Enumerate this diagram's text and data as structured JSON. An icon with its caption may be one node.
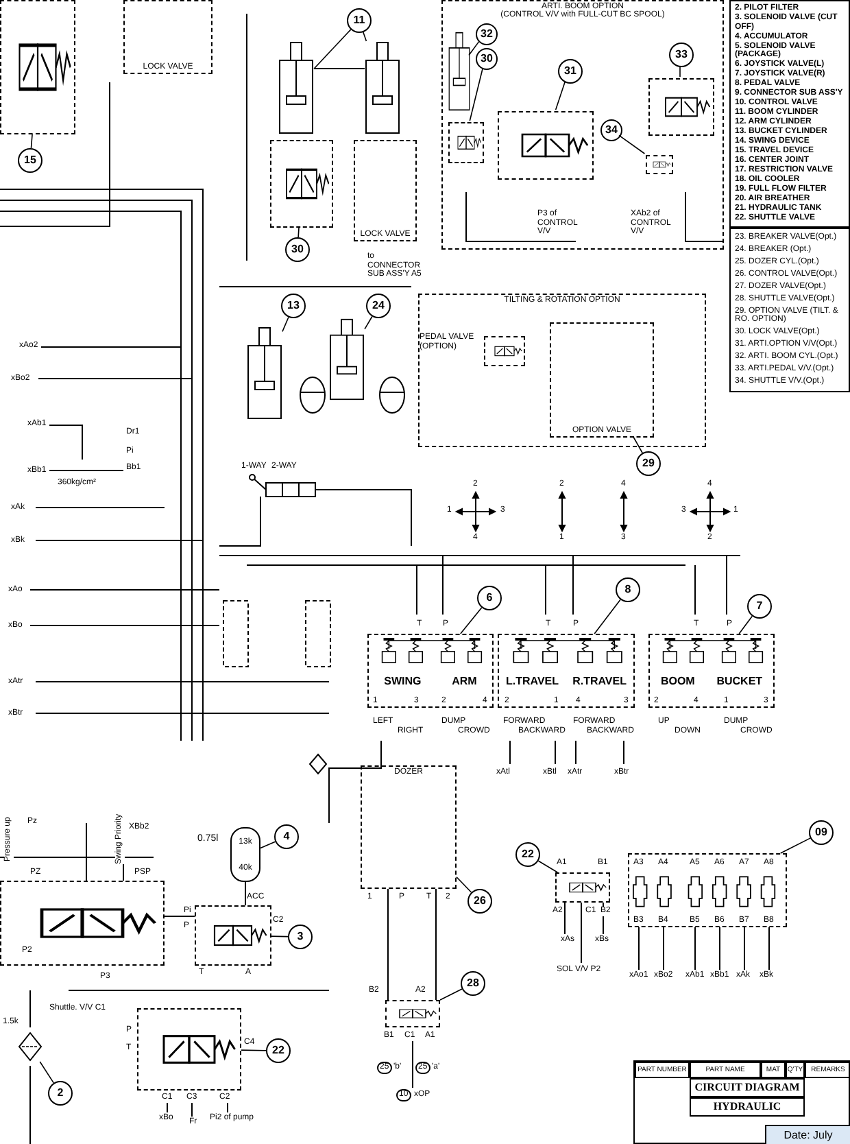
{
  "diagram": {
    "nodes": [
      {
        "text": [
          "2. PILOT FILTER",
          "3. SOLENOID VALVE (CUT OFF)",
          "4. ACCUMULATOR",
          "5. SOLENOID VALVE (PACKAGE)",
          "6. JOYSTICK VALVE(L)",
          "7. JOYSTICK VALVE(R)",
          "8. PEDAL VALVE",
          "9. CONNECTOR SUB ASS'Y",
          "10. CONTROL VALVE",
          "11. BOOM CYLINDER",
          "12. ARM CYLINDER",
          "13. BUCKET CYLINDER",
          "14. SWING DEVICE",
          "15. TRAVEL DEVICE",
          "16. CENTER JOINT",
          "17. RESTRICTION VALVE",
          "18. OIL COOLER",
          "19. FULL FLOW FILTER",
          "20. AIR BREATHER",
          "21. HYDRAULIC TANK",
          "22. SHUTTLE VALVE"
        ]
      },
      {
        "text": [
          "23. BREAKER VALVE(Opt.)",
          "24. BREAKER (Opt.)",
          "25. DOZER CYL.(Opt.)",
          "26. CONTROL VALVE(Opt.)",
          "27. DOZER VALVE(Opt.)",
          "28. SHUTTLE VALVE(Opt.)",
          "29. OPTION VALVE (TILT. & RO. OPTION)",
          "30. LOCK VALVE(Opt.)",
          "31. ARTI.OPTION V/V(Opt.)",
          "32. ARTI. BOOM CYL.(Opt.)",
          "33. ARTI.PEDAL V/V.(Opt.)",
          "34. SHUTTLE V/V.(Opt.)"
        ]
      },
      {
        "text": [],
        "shape": "box"
      },
      {
        "text": [
          "15"
        ]
      },
      {
        "text": [
          "LOCK VALVE"
        ]
      },
      {
        "text": [],
        "shape": "cylinder"
      },
      {
        "text": [],
        "shape": "cylinder"
      },
      {
        "text": [
          "11"
        ]
      },
      {
        "text": [],
        "shape": "box"
      },
      {
        "text": [
          "LOCK VALVE"
        ]
      },
      {
        "text": [
          "30"
        ]
      },
      {
        "text": [
          "ARTI. BOOM OPTION",
          "(CONTROL V/V with FULL-CUT BC SPOOL)"
        ]
      },
      {
        "text": [],
        "shape": "cylinder",
        "in": 11
      },
      {
        "text": [
          "32"
        ],
        "in": 11
      },
      {
        "text": [
          "30"
        ],
        "in": 11
      },
      {
        "text": [],
        "shape": "box",
        "in": 11
      },
      {
        "text": [
          "31"
        ],
        "in": 11
      },
      {
        "text": [],
        "shape": "box",
        "in": 11
      },
      {
        "text": [
          "34"
        ],
        "in": 11
      },
      {
        "text": [],
        "shape": "box",
        "in": 11
      },
      {
        "text": [
          "33"
        ],
        "in": 11
      },
      {
        "text": [],
        "shape": "box",
        "in": 11
      },
      {
        "text": [],
        "shape": "cylinder"
      },
      {
        "text": [
          "13"
        ]
      },
      {
        "text": [],
        "shape": "cylinder"
      },
      {
        "text": [
          "24"
        ]
      },
      {
        "text": [
          "TILTING & ROTATION OPTION"
        ]
      },
      {
        "text": [],
        "shape": "box",
        "in": 26
      },
      {
        "text": [
          "OPTION VALVE"
        ],
        "in": 26
      },
      {
        "text": [
          "29"
        ]
      },
      {
        "text": [
          "SWING",
          "ARM"
        ]
      },
      {
        "text": [
          "6"
        ]
      },
      {
        "text": [
          "L.TRAVEL",
          "R.TRAVEL"
        ]
      },
      {
        "text": [
          "8"
        ]
      },
      {
        "text": [
          "BOOM",
          "BUCKET"
        ]
      },
      {
        "text": [
          "7"
        ]
      },
      {
        "text": [
          "P2"
        ],
        "beside": [
          "Pressure up",
          "Pz",
          "Swing Priority",
          "XBb2",
          "PZ",
          "PSP",
          "P3"
        ]
      },
      {
        "text": [
          "13k",
          "40k"
        ],
        "beside": [
          "0.75l"
        ]
      },
      {
        "text": [
          "4"
        ]
      },
      {
        "text": [],
        "shape": "box",
        "beside": [
          "ACC",
          "Pi",
          "P",
          "C2",
          "T",
          "A"
        ]
      },
      {
        "text": [
          "3"
        ]
      },
      {
        "text": [
          "DOZER"
        ],
        "beside": [
          "1",
          "P",
          "T",
          "2"
        ]
      },
      {
        "text": [
          "26"
        ]
      },
      {
        "text": [],
        "shape": "box",
        "beside": [
          "A1",
          "B1",
          "A2",
          "C1",
          "B2",
          "xAs",
          "xBs",
          "SOL V/V P2"
        ]
      },
      {
        "text": [
          "22"
        ]
      },
      {
        "text": [
          "A3",
          "A4",
          "A5",
          "A6",
          "A7",
          "A8",
          "B3",
          "B4",
          "B5",
          "B6",
          "B7",
          "B8"
        ],
        "beside": [
          "xAo1",
          "xBo2",
          "xAb1",
          "xBb1",
          "xAk",
          "xBk"
        ]
      },
      {
        "text": [
          "09"
        ]
      },
      {
        "text": [],
        "shape": "diamond"
      },
      {
        "text": [
          "2"
        ]
      },
      {
        "text": [],
        "shape": "box",
        "beside": [
          "P",
          "T",
          "C4",
          "C1",
          "C3",
          "C2",
          "xBo",
          "Fr",
          "Pi2 of pump"
        ]
      },
      {
        "text": [
          "22"
        ]
      },
      {
        "text": [],
        "shape": "box",
        "beside": [
          "B2",
          "A2",
          "B1",
          "C1",
          "A1",
          "25",
          "'b'",
          "25",
          "'a'",
          "10",
          "xOP"
        ]
      },
      {
        "text": [
          "28"
        ]
      },
      {
        "text": [
          "PART NUMBER",
          "PART NAME",
          "MAT",
          "Q'TY",
          "REMARKS",
          "CIRCUIT DIAGRAM",
          "HYDRAULIC",
          "Date: July"
        ]
      }
    ],
    "edges": [
      {
        "from": 3,
        "to": 2,
        "arrow": "none"
      },
      {
        "from": 7,
        "to": 5,
        "arrow": "none"
      },
      {
        "from": 7,
        "to": 6,
        "arrow": "none"
      },
      {
        "from": 10,
        "to": 8,
        "arrow": "none"
      },
      {
        "from": 13,
        "to": 12,
        "arrow": "none"
      },
      {
        "from": 14,
        "to": 15,
        "arrow": "none"
      },
      {
        "from": 16,
        "to": 17,
        "arrow": "none"
      },
      {
        "from": 18,
        "to": 19,
        "arrow": "none"
      },
      {
        "from": 20,
        "to": 21,
        "arrow": "none"
      },
      {
        "from": 23,
        "to": 22,
        "arrow": "none"
      },
      {
        "from": 25,
        "to": 24,
        "arrow": "none"
      },
      {
        "from": 29,
        "to": 28,
        "arrow": "none"
      },
      {
        "from": 31,
        "to": 30,
        "arrow": "none"
      },
      {
        "from": 33,
        "to": 32,
        "arrow": "none"
      },
      {
        "from": 35,
        "to": 34,
        "arrow": "none"
      },
      {
        "from": 38,
        "to": 37,
        "arrow": "none"
      },
      {
        "from": 40,
        "to": 39,
        "arrow": "none"
      },
      {
        "from": 42,
        "to": 41,
        "arrow": "none"
      },
      {
        "from": 44,
        "to": 43,
        "arrow": "none"
      },
      {
        "from": 46,
        "to": 45,
        "arrow": "none"
      },
      {
        "from": 48,
        "to": 47,
        "arrow": "none"
      },
      {
        "from": 50,
        "to": 49,
        "arrow": "none"
      },
      {
        "from": 52,
        "to": 51,
        "arrow": "none"
      },
      {
        "from": 5,
        "to": 6,
        "arrow": "none"
      },
      {
        "from": 36,
        "to": 39,
        "arrow": "none"
      },
      {
        "from": 37,
        "to": 39,
        "arrow": "none"
      },
      {
        "from": 41,
        "to": 51,
        "arrow": "none"
      },
      {
        "from": 41,
        "to": 51,
        "arrow": "none"
      }
    ],
    "labels": [
      "1-WAY",
      "2-WAY",
      "to CONNECTOR SUB ASS'Y A5",
      "P3 of CONTROL V/V",
      "XAb2 of CONTROL V/V",
      "PEDAL VALVE (OPTION)",
      "xAo2",
      "xBo2",
      "xAb1",
      "Dr1",
      "Pi",
      "xBb1",
      "Bb1",
      "360kg/cm²",
      "xAk",
      "xBk",
      "xAo",
      "xBo",
      "xAtr",
      "xBtr",
      "2",
      "1",
      "3",
      "4",
      "2",
      "1",
      "4",
      "3",
      "4",
      "3",
      "1",
      "2",
      "T",
      "P",
      "1",
      "3",
      "2",
      "4",
      "LEFT",
      "RIGHT",
      "DUMP",
      "CROWD",
      "T",
      "P",
      "2",
      "1",
      "4",
      "3",
      "FORWARD",
      "BACKWARD",
      "FORWARD",
      "BACKWARD",
      "T",
      "P",
      "2",
      "4",
      "1",
      "3",
      "UP",
      "DOWN",
      "DUMP",
      "CROWD",
      "xAtl",
      "xBtl",
      "xAtr",
      "xBtr",
      "Shuttle. V/V C1",
      "1.5k"
    ]
  }
}
